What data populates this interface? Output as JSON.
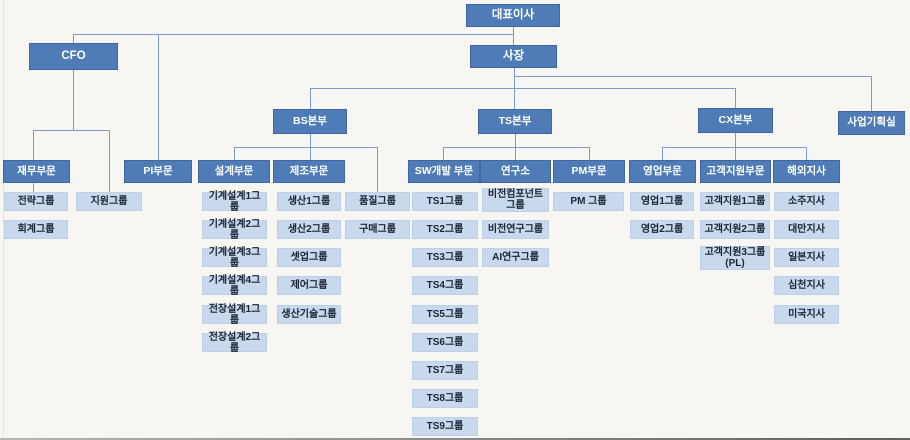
{
  "nodes": {
    "ceo": "대표이사",
    "cfo": "CFO",
    "president": "사장",
    "bs_division": "BS본부",
    "ts_division": "TS본부",
    "cx_division": "CX본부",
    "planning_office": "사업기획실"
  },
  "columns": [
    {
      "id": "finance",
      "header": "재무부문",
      "groups": [
        "전략그룹",
        "회계그룹"
      ]
    },
    {
      "id": "support",
      "header": null,
      "groups": [
        "지원그룹"
      ]
    },
    {
      "id": "pi",
      "header": "PI부문",
      "groups": []
    },
    {
      "id": "design",
      "header": "설계부문",
      "groups": [
        "기계설계1그룹",
        "기계설계2그룹",
        "기계설계3그룹",
        "기계설계4그룹",
        "전장설계1그룹",
        "전장설계2그룹"
      ]
    },
    {
      "id": "manufacturing",
      "header": "제조부문",
      "groups": [
        "생산1그룹",
        "생산2그룹",
        "셋업그룹",
        "제어그룹",
        "생산기술그룹"
      ]
    },
    {
      "id": "quality",
      "header": null,
      "groups": [
        "품질그룹",
        "구매그룹"
      ]
    },
    {
      "id": "sw-dev",
      "header": "SW개발 부문",
      "groups": [
        "TS1그룹",
        "TS2그룹",
        "TS3그룹",
        "TS4그룹",
        "TS5그룹",
        "TS6그룹",
        "TS7그룹",
        "TS8그룹",
        "TS9그룹"
      ]
    },
    {
      "id": "research",
      "header": "연구소",
      "groups": [
        "비전컴포넌트그룹",
        "비전연구그룹",
        "AI연구그룹"
      ]
    },
    {
      "id": "pm",
      "header": "PM부문",
      "groups": [
        "PM 그룹"
      ]
    },
    {
      "id": "sales",
      "header": "영업부문",
      "groups": [
        "영업1그룹",
        "영업2그룹"
      ]
    },
    {
      "id": "customer-support",
      "header": "고객지원부문",
      "groups": [
        "고객지원1그룹",
        "고객지원2그룹",
        "고객지원3그룹 (PL)"
      ]
    },
    {
      "id": "overseas",
      "header": "해외지사",
      "groups": [
        "소주지사",
        "대만지사",
        "일본지사",
        "심천지사",
        "미국지사"
      ]
    }
  ],
  "colors": {
    "node_dark_bg": "#4f7cb7",
    "node_dark_border": "#40679f",
    "node_dark_text": "#ffffff",
    "node_light_bg": "#c9d9ed",
    "node_light_border": "#bdd0e8",
    "node_light_text": "#1c2434",
    "connector": "#7d9bc8",
    "background": "#f8f6f3"
  }
}
